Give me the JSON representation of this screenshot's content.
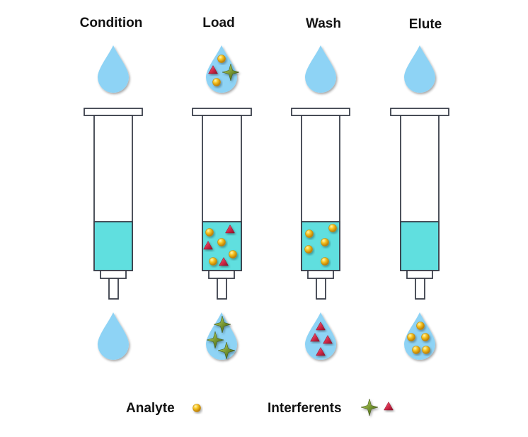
{
  "steps": [
    {
      "label": "Condition",
      "top_drop": [],
      "cartridge": [],
      "bottom_drop": []
    },
    {
      "label": "Load",
      "top_drop": [
        "analyte",
        "interferent-triangle",
        "interferent-star",
        "analyte"
      ],
      "cartridge": [
        "analyte",
        "interferent-triangle",
        "interferent-triangle",
        "analyte",
        "analyte",
        "analyte",
        "interferent-triangle"
      ],
      "bottom_drop": [
        "interferent-star",
        "interferent-star",
        "interferent-star"
      ]
    },
    {
      "label": "Wash",
      "top_drop": [],
      "cartridge": [
        "analyte",
        "analyte",
        "analyte",
        "analyte",
        "analyte"
      ],
      "bottom_drop": [
        "interferent-triangle",
        "interferent-triangle",
        "interferent-triangle",
        "interferent-triangle"
      ]
    },
    {
      "label": "Elute",
      "top_drop": [],
      "cartridge": [],
      "bottom_drop": [
        "analyte",
        "analyte",
        "analyte",
        "analyte",
        "analyte"
      ]
    }
  ],
  "legend": {
    "analyte_label": "Analyte",
    "interferents_label": "Interferents",
    "analyte_icon": "gold-sphere-icon",
    "interferent_icons": [
      "green-star-icon",
      "red-triangle-icon"
    ]
  },
  "colors": {
    "drop": "#8ed3f5",
    "sorbent": "#60dfdf",
    "outline": "#3a3f4a",
    "analyte": "#f2b51c",
    "triangle": "#cc2a4a",
    "star": "#6b8a2a"
  }
}
